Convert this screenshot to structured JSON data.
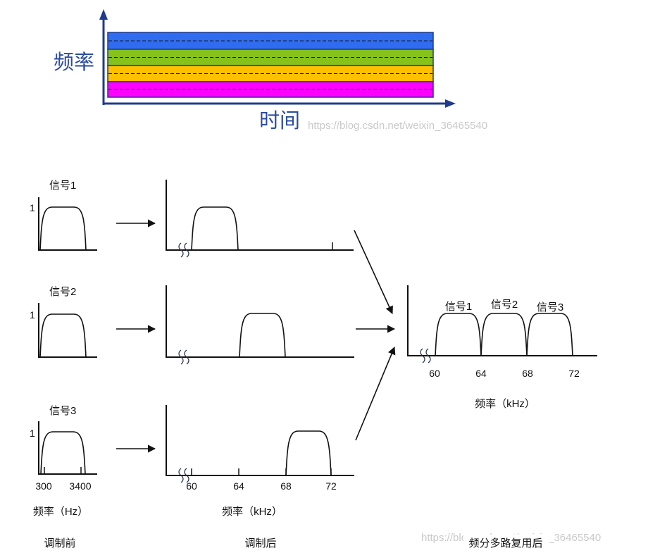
{
  "top_diagram": {
    "y_label": "频率",
    "x_label": "时间",
    "band_colors": [
      "#2f6cf0",
      "#86c11c",
      "#ffc000",
      "#ff00ff"
    ],
    "watermark": "https://blog.csdn.net/weixin_36465540"
  },
  "before": {
    "signals": [
      {
        "label": "信号1",
        "y_tick": "1"
      },
      {
        "label": "信号2",
        "y_tick": "1"
      },
      {
        "label": "信号3",
        "y_tick": "1"
      }
    ],
    "x_ticks": [
      "300",
      "3400"
    ],
    "axis_label": "频率（Hz）",
    "caption": "调制前"
  },
  "after": {
    "x_ticks": [
      "60",
      "64",
      "68",
      "72"
    ],
    "axis_label": "频率（kHz）",
    "caption": "调制后"
  },
  "multiplexed": {
    "signals": [
      "信号1",
      "信号2",
      "信号3"
    ],
    "x_ticks": [
      "60",
      "64",
      "68",
      "72"
    ],
    "axis_label": "频率（kHz）",
    "caption": "频分多路复用后",
    "watermark": "https://blog.csdn.net/weixin_36465540"
  },
  "colors": {
    "axis_blue": "#1f3b8c",
    "label_blue": "#2b4c9f",
    "watermark": "#c9c9c9"
  }
}
